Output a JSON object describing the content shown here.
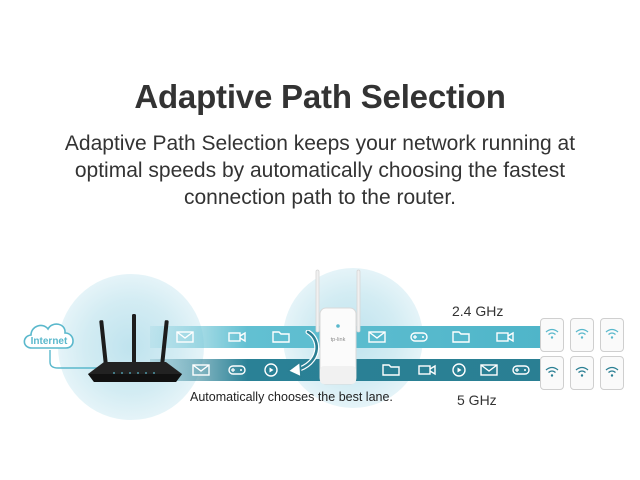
{
  "header": {
    "title": "Adaptive Path Selection",
    "description": "Adaptive Path Selection keeps your network running at optimal speeds by automatically choosing the fastest connection path to the router."
  },
  "diagram": {
    "internet_label": "Internet",
    "band_24_label": "2.4 GHz",
    "band_5_label": "5 GHz",
    "caption": "Automatically chooses the best lane.",
    "extender_brand": "tp-link",
    "lane_24_icons": [
      "mail-icon",
      "video-icon",
      "folder-icon",
      "mail-icon",
      "gamepad-icon",
      "folder-icon",
      "video-icon"
    ],
    "lane_5_icons": [
      "mail-icon",
      "gamepad-icon",
      "play-icon",
      "folder-icon",
      "video-icon",
      "play-icon",
      "mail-icon",
      "gamepad-icon"
    ],
    "colors": {
      "accent_light": "#5ab8cc",
      "lane_24": "#4fb5c9",
      "lane_5": "#2a7f93",
      "glow": "#cfe9f1"
    }
  }
}
